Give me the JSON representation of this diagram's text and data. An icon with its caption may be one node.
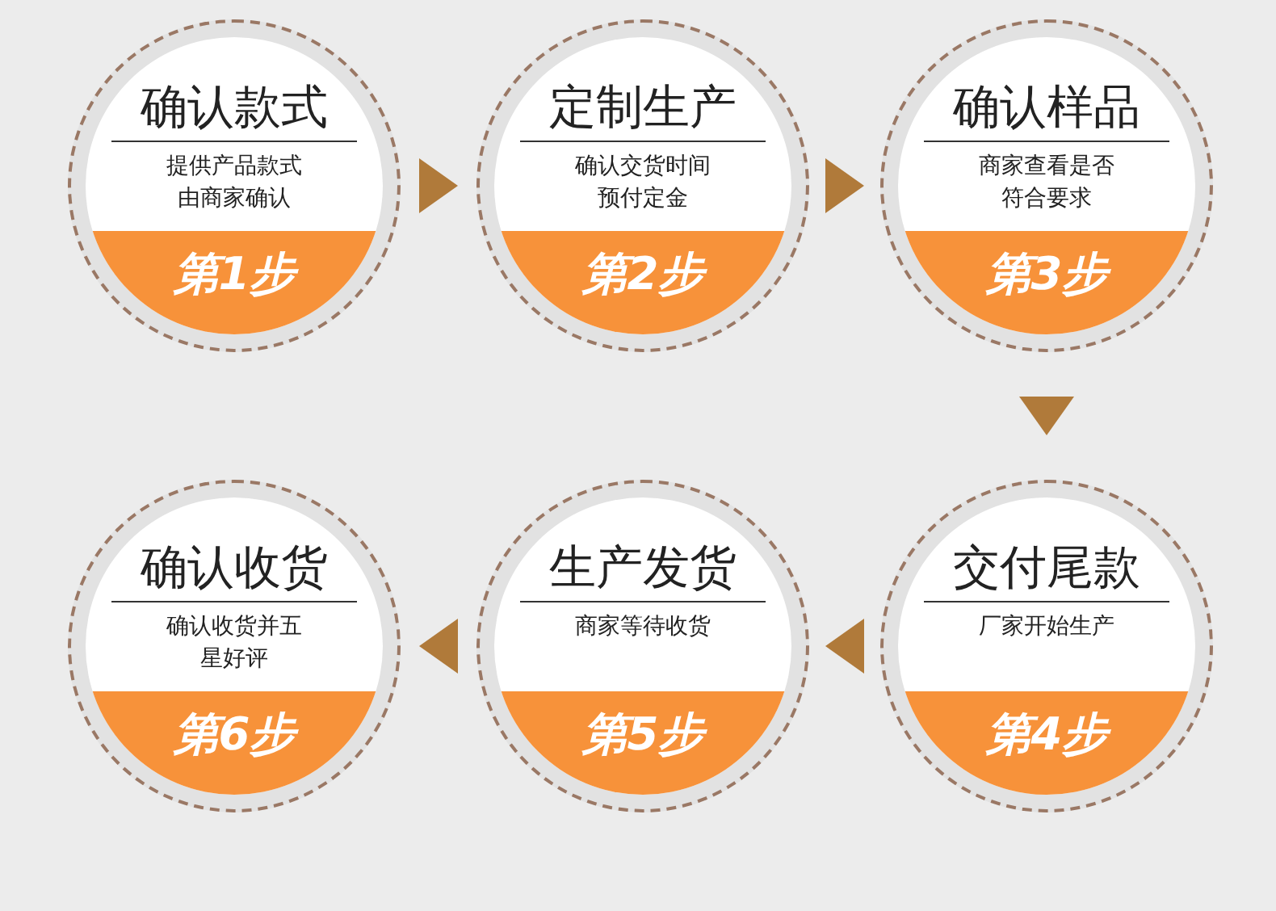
{
  "diagram": {
    "nodes": [
      {
        "text": [
          "确认款式",
          "提供产品款式由商家确认",
          "第1步"
        ]
      },
      {
        "text": [
          "定制生产",
          "确认交货时间预付定金",
          "第2步"
        ]
      },
      {
        "text": [
          "确认样品",
          "商家查看是否符合要求",
          "第3步"
        ]
      },
      {
        "text": [
          "确认收货",
          "确认收货并五星好评",
          "第6步"
        ]
      },
      {
        "text": [
          "生产发货",
          "商家等待收货",
          "第5步"
        ]
      },
      {
        "text": [
          "交付尾款",
          "厂家开始生产",
          "第4步"
        ]
      }
    ],
    "edges": [
      {
        "from": 0,
        "to": 1,
        "arrow": "to"
      },
      {
        "from": 1,
        "to": 2,
        "arrow": "to"
      },
      {
        "from": 2,
        "to": 5,
        "arrow": "to"
      },
      {
        "from": 5,
        "to": 4,
        "arrow": "to"
      },
      {
        "from": 4,
        "to": 3,
        "arrow": "to"
      }
    ]
  }
}
